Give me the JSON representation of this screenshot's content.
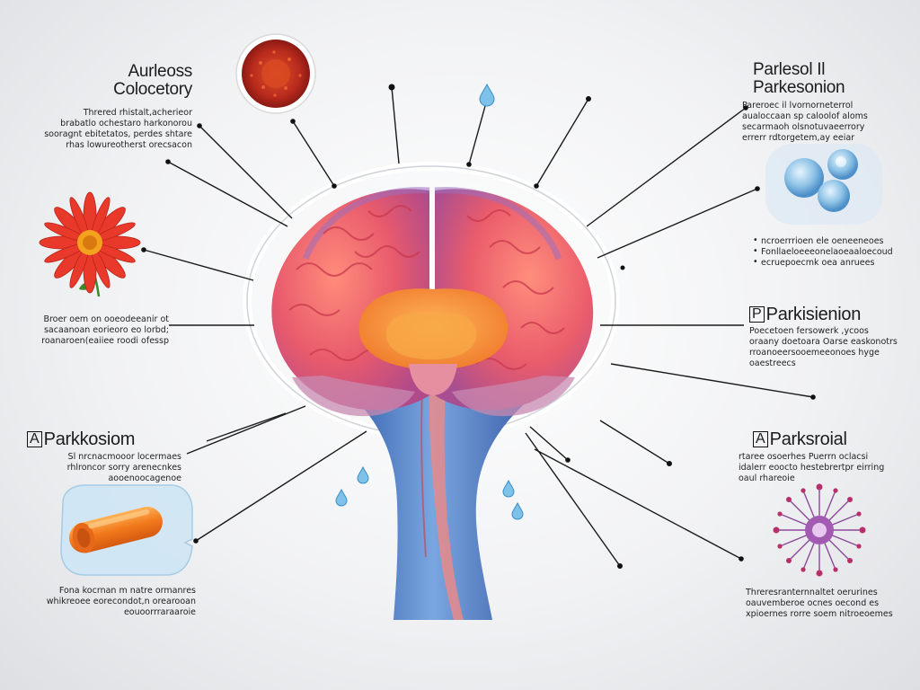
{
  "labels": {
    "top_left": {
      "title_line1": "Aurleoss",
      "title_line2": "Colocetory",
      "text": [
        "Threred rhistalt,acherieor",
        "brabatlo ochestaro harkonorou",
        "sooragnt ebitetatos, perdes shtare",
        "rhas lowureotherst orecsacon"
      ]
    },
    "mid_left": {
      "text": [
        "Broer oem on ooeodeeanir ot",
        "sacaanoan eorieoro eo lorbd;",
        "roanaroen(eaiiee roodi ofessp"
      ]
    },
    "lower_left": {
      "badge": "A",
      "title": "Parkkosiom",
      "text": [
        "Sl nrcnacmooor locermaes",
        "rhlroncor sorry arenecnkes",
        "aooenoocagenoe"
      ]
    },
    "bottom_left": {
      "text": [
        "Fona kocrnan m natre ormanres",
        "whikreoee eorecondot,n orearooan",
        "eouoorrraraaroie"
      ]
    },
    "top_right": {
      "title_line1": "Parlesol Il",
      "title_line2": "Parkesonion",
      "text": [
        "Pareroec il lvornorneterrol",
        "aualoccaan sp caloolof aloms",
        "secarmaoh olsnotuvaeerrory",
        "errerr rdtorgetem,ay eeiar"
      ]
    },
    "right_bullets": {
      "items": [
        "ncroerrrioen ele oeneeneoes",
        "Fonllaeloeeeonelaoeaaloecoud",
        "ecruepoecmk oea anruees"
      ]
    },
    "mid_right": {
      "badge": "P",
      "title": "Parkisienion",
      "text": [
        "Poecetoen fersowerk ,ycoos",
        "oraany doetoara Oarse easkonotrs",
        "rroanoeersooemeeonoes hyge",
        "oaestreecs"
      ]
    },
    "lower_right": {
      "badge": "A",
      "title": "Parksroial",
      "text": [
        "rtaree osoerhes Puerrn oclacsi",
        "idalerr eoocto hestebrertpr eirring",
        "oaul rhareoie"
      ]
    },
    "bottom_right": {
      "text": [
        "Threresranternnaltet oerurines",
        "oauvemberoe ocnes oecond es",
        "xpioernes rorre soem nitroeoemes"
      ]
    }
  },
  "colors": {
    "brain_pink": "#e85a6c",
    "brain_coral": "#f26b5e",
    "brain_purple": "#9b6fc0",
    "thalamus_orange": "#f3922f",
    "stem_blue": "#4a78c4",
    "flower_red": "#e83a2a",
    "virus_purple": "#8b4a9a",
    "capsule_orange": "#f27a1c",
    "cell_blue": "#8fc3e6"
  },
  "icons": [
    "blood-cell-icon",
    "flower-icon",
    "capsule-icon",
    "cells-icon",
    "virus-icon",
    "droplet-icon"
  ]
}
